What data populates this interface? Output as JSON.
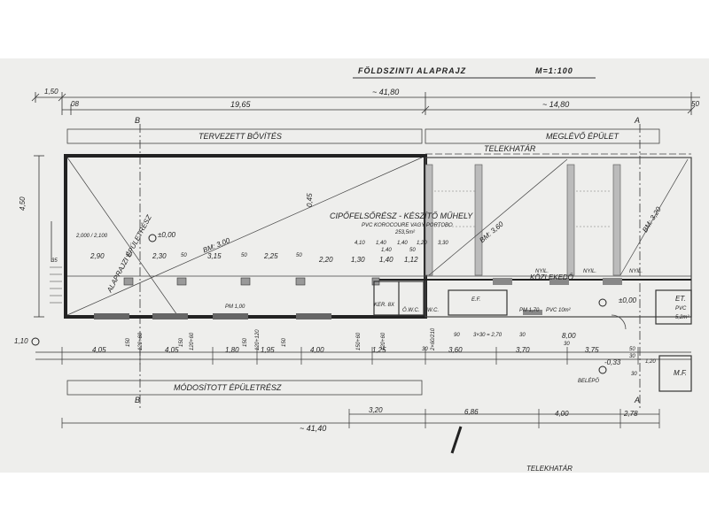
{
  "title": "FÖLDSZINTI ALAPRAJZ",
  "scale": "M=1:100",
  "dims_top": {
    "overall": "~ 41,80",
    "left_margin": "1,50",
    "left_wall": "08",
    "left_part": "19,65",
    "right_part": "~ 14,80",
    "far_right": "50"
  },
  "section_marks": {
    "left": "B",
    "right": "A"
  },
  "zones": {
    "planned": "TERVEZETT BŐVÍTÉS",
    "existing": "MEGLÉVŐ ÉPÜLET",
    "modified": "MÓDOSÍTOTT ÉPÜLETRÉSZ",
    "boundary_top": "TELEKHATÁR",
    "boundary_bottom": "TELEKHATÁR"
  },
  "left_side": {
    "height": "4,50",
    "sill": "2,000 / 2,100",
    "level_mark": "1,10",
    "small": "35"
  },
  "rooms": {
    "main": "CIPŐFELSŐRÉSZ - KÉSZÍTŐ MŰHELY",
    "main_sub": "PVC KOROCOURE VAGY PORTOBO",
    "main_area": "253,5m²",
    "corridor": "KÖZLEKEDŐ",
    "corridor_sub": "PVC 10m²",
    "wc": "W.C.",
    "wc2": "Ö.W.C.",
    "ef": "E.F.",
    "mf": "M.F.",
    "et": "ET.",
    "et_sub": "PVC",
    "et_area": "5,2m²"
  },
  "levels": {
    "zero_left": "±0,00",
    "zero_right": "±0,00",
    "minus": "-0,33",
    "pm1": "PM 1,00",
    "pm2": "PM 1,70"
  },
  "diagonals": {
    "d1": "ALAPRAJZI ÉPÜLETRÉSZ",
    "d2": "BM: 3,00",
    "d3": "BM: 3,60",
    "d4": "BM: 3,20",
    "lift": "0,45"
  },
  "row_top_dims": [
    "2,90",
    "50",
    "2,30",
    "50",
    "3,15",
    "50",
    "2,25",
    "50",
    "2,20",
    "1,30",
    "1,40",
    "1,12"
  ],
  "inner_dims": [
    "4,10",
    "1,40",
    "1,40",
    "1,40",
    "1,20",
    "50",
    "3,30"
  ],
  "window_marks": {
    "w150": "150",
    "w120": "120+60",
    "w_alt": "120+120",
    "w_mid": "150+60",
    "w_r": "120+60",
    "door": "2×60/210"
  },
  "row_bottom_dims": [
    "4,05",
    "4,05",
    "1,80",
    "1,95",
    "4,00",
    "1,25",
    "30",
    "3,60",
    "3,70",
    "3,75",
    "50"
  ],
  "corridor_dims": [
    "90",
    "3×30 = 2,70",
    "30",
    "8,00",
    "30"
  ],
  "right_bottom": {
    "a": "1,20",
    "b": "30",
    "c": "30"
  },
  "bottom_dims": {
    "overall": "~ 41,40",
    "a": "3,20",
    "b": "6,86",
    "c": "4,00",
    "d": "2,78"
  },
  "small_labels": {
    "belepo": "BELÉPŐ",
    "nyil1": "NYIL.",
    "nyil2": "NYIL.",
    "nyil3": "NYIL.",
    "kerb": "KER. 8X"
  }
}
